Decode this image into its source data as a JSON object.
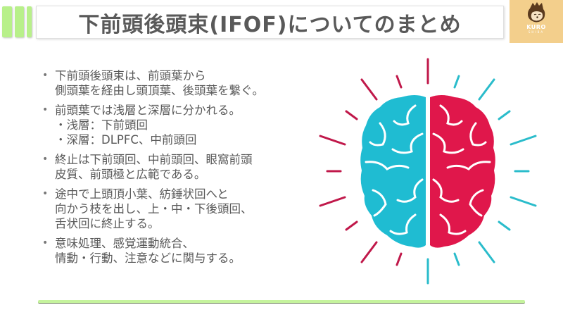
{
  "header": {
    "title": "下前頭後頭束(IFOF)についてのまとめ",
    "logo": {
      "text": "KURO",
      "subtext": "SHIBA",
      "bg_color": "#f3cf8c"
    },
    "accent_bar_color": "#b8f08a"
  },
  "content": {
    "bullets": [
      {
        "lines": [
          "下前頭後頭束は、前頭葉から",
          "側頭葉を経由し頭頂葉、後頭葉を繋ぐ。"
        ]
      },
      {
        "lines": [
          "前頭葉では浅層と深層に分かれる。",
          "・浅層：下前頭回",
          "・深層：DLPFC、中前頭回"
        ]
      },
      {
        "lines": [
          "終止は下前頭回、中前頭回、眼窩前頭",
          "皮質、前頭極と広範である。"
        ]
      },
      {
        "lines": [
          "途中で上頭頂小葉、紡錘状回へと",
          "向かう枝を出し、上・中・下後頭回、",
          "舌状回に終止する。"
        ]
      },
      {
        "lines": [
          "意味処理、感覚運動統合、",
          "情動・行動、注意などに関与する。"
        ]
      }
    ]
  },
  "illustration": {
    "name": "brain-icon",
    "left_color": "#1fbcd2",
    "right_color": "#e0174b"
  },
  "footer": {
    "line_color": "#c5f39d"
  }
}
